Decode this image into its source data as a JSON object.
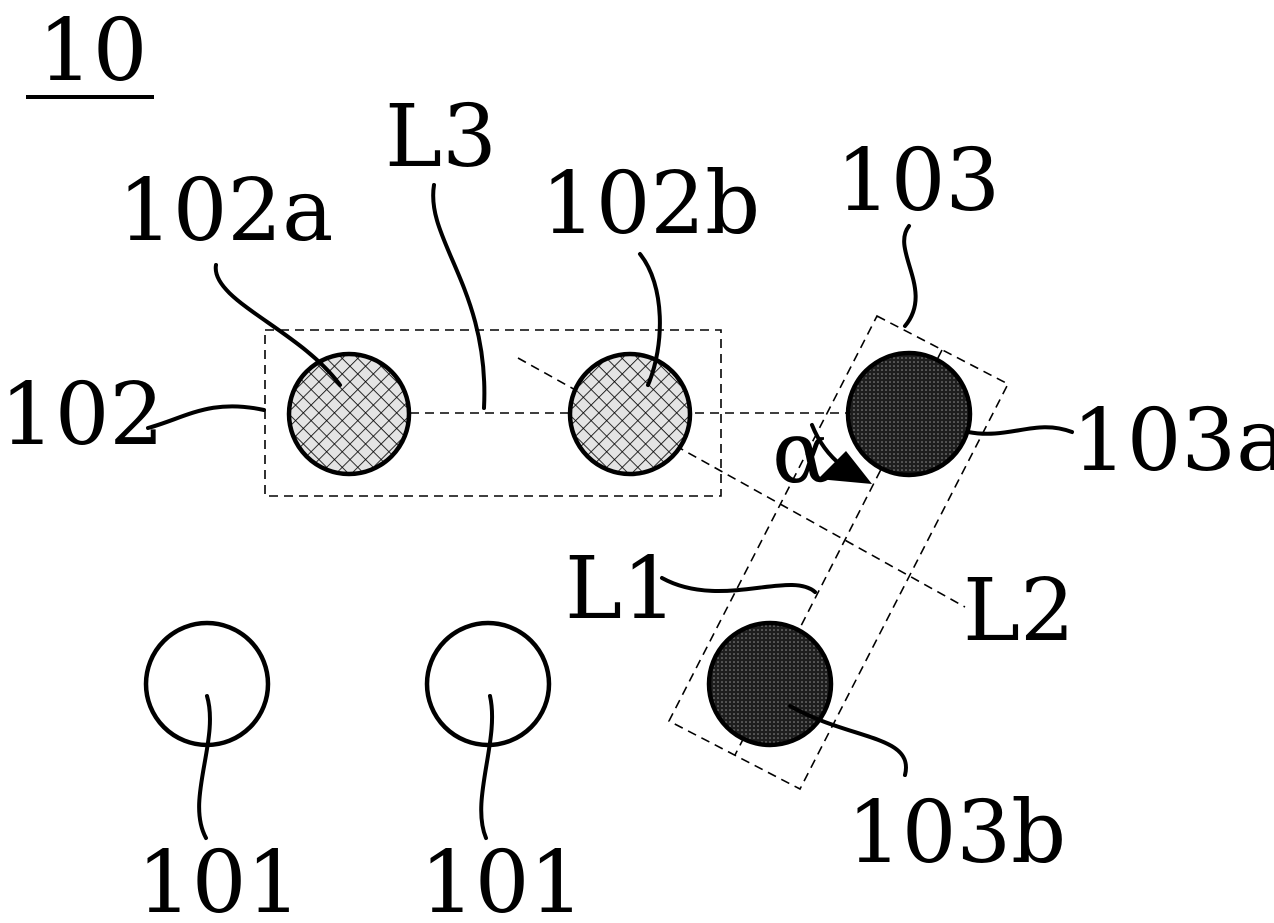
{
  "figure": {
    "number": "10",
    "labels": {
      "group_102": "102",
      "pad_102a": "102a",
      "pad_102b": "102b",
      "group_103": "103",
      "pad_103a": "103a",
      "pad_103b": "103b",
      "line_L1": "L1",
      "line_L2": "L2",
      "line_L3": "L3",
      "angle": "α",
      "pad_101_left": "101",
      "pad_101_right": "101"
    }
  }
}
